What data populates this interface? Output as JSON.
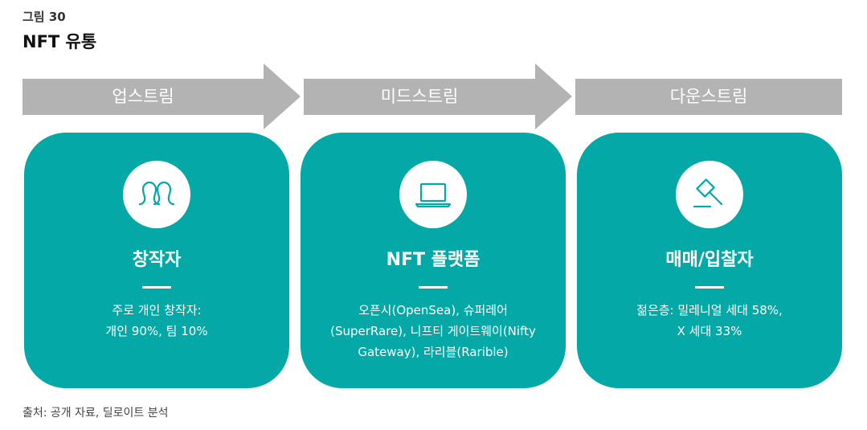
{
  "figure": {
    "label": "그림 30",
    "title": "NFT 유통"
  },
  "colors": {
    "arrow": "#b3b3b3",
    "card": "#03a8a7",
    "icon_stroke": "#03a8a7",
    "text_on_card": "#ffffff"
  },
  "stages": [
    {
      "label": "업스트림"
    },
    {
      "label": "미드스트림"
    },
    {
      "label": "다운스트림"
    }
  ],
  "cards": [
    {
      "icon": "people-icon",
      "title": "창작자",
      "lines": [
        "주로 개인 창작자:",
        "개인 90%, 팀 10%"
      ]
    },
    {
      "icon": "laptop-icon",
      "title": "NFT 플랫폼",
      "lines": [
        "오픈시(OpenSea), 슈퍼레어",
        "(SuperRare), 니프티 게이트웨이(Nifty",
        "Gateway), 라리블(Rarible)"
      ]
    },
    {
      "icon": "gavel-icon",
      "title": "매매/입찰자",
      "lines": [
        "젊은층: 밀레니얼 세대 58%,",
        "X 세대 33%"
      ]
    }
  ],
  "source": "출처: 공개 자료, 딜로이트 분석"
}
